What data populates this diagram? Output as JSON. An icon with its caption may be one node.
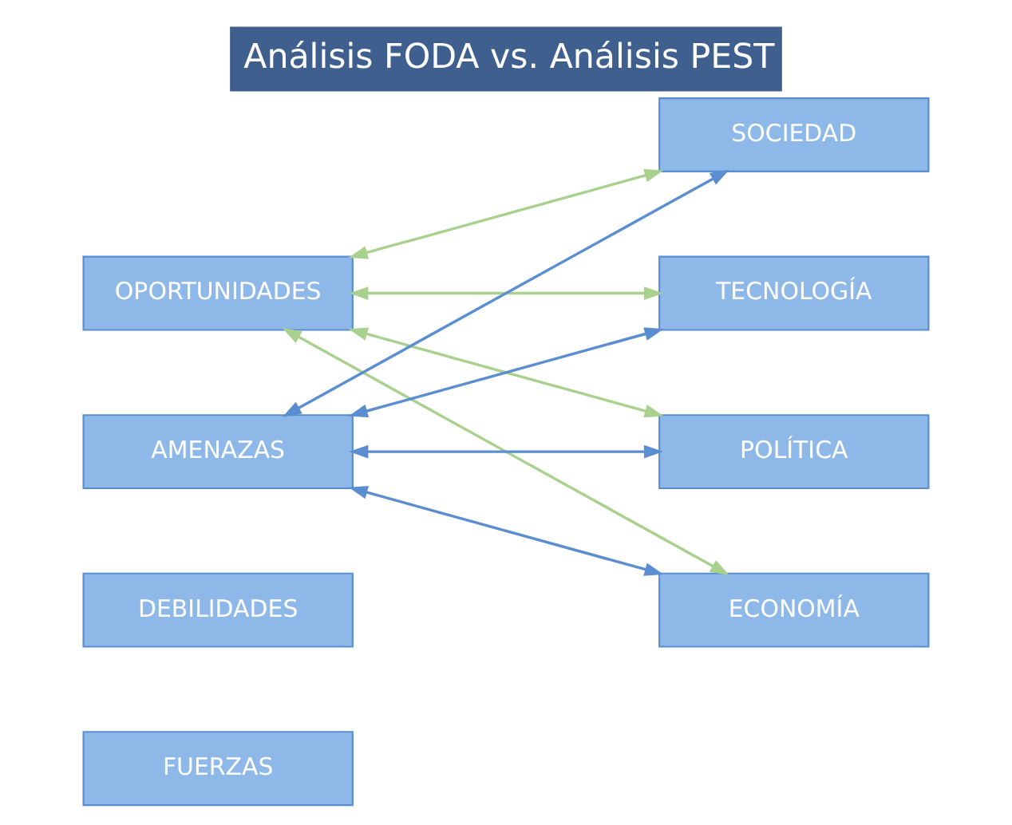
{
  "diagram": {
    "title": "Análisis FODA vs. Análisis PEST",
    "nodes": [
      {
        "text": [
          "FUERZAS"
        ]
      },
      {
        "text": [
          "DEBILIDADES"
        ]
      },
      {
        "text": [
          "OPORTUNIDADES"
        ]
      },
      {
        "text": [
          "AMENAZAS"
        ]
      },
      {
        "text": [
          "POLÍTICA"
        ]
      },
      {
        "text": [
          "ECONOMÍA"
        ]
      },
      {
        "text": [
          "SOCIEDAD"
        ]
      },
      {
        "text": [
          "TECNOLOGÍA"
        ]
      }
    ],
    "edges": [
      {
        "from": 2,
        "to": 4,
        "arrow": "both",
        "color": "#a9d18e"
      },
      {
        "from": 2,
        "to": 5,
        "arrow": "both",
        "color": "#a9d18e"
      },
      {
        "from": 2,
        "to": 6,
        "arrow": "both",
        "color": "#a9d18e"
      },
      {
        "from": 2,
        "to": 7,
        "arrow": "both",
        "color": "#a9d18e"
      },
      {
        "from": 3,
        "to": 4,
        "arrow": "both",
        "color": "#5b8ed0"
      },
      {
        "from": 3,
        "to": 5,
        "arrow": "both",
        "color": "#5b8ed0"
      },
      {
        "from": 3,
        "to": 6,
        "arrow": "both",
        "color": "#5b8ed0"
      },
      {
        "from": 3,
        "to": 7,
        "arrow": "both",
        "color": "#5b8ed0"
      }
    ]
  }
}
